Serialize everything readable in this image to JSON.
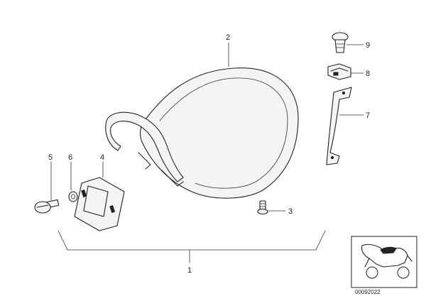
{
  "callouts": [
    {
      "id": "1",
      "label": "1"
    },
    {
      "id": "2",
      "label": "2"
    },
    {
      "id": "3",
      "label": "3"
    },
    {
      "id": "4",
      "label": "4"
    },
    {
      "id": "5",
      "label": "5"
    },
    {
      "id": "6",
      "label": "6"
    },
    {
      "id": "7",
      "label": "7"
    },
    {
      "id": "8",
      "label": "8"
    },
    {
      "id": "9",
      "label": "9"
    }
  ],
  "reference_number": "00092022",
  "colors": {
    "ink": "#222222",
    "background": "#ffffff"
  }
}
